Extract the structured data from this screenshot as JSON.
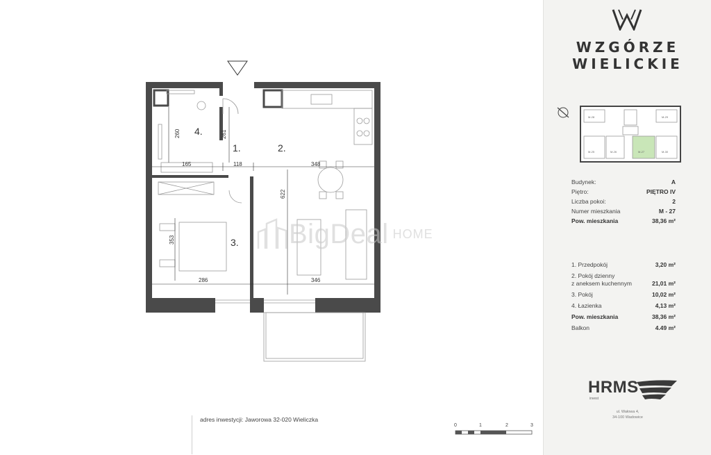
{
  "brand": {
    "line1": "WZGÓRZE",
    "line2": "WIELICKIE",
    "logo_icon": "w-logo-icon"
  },
  "keyplan": {
    "units": [
      "M-28",
      "M-29",
      "M-25",
      "M-26",
      "M-27",
      "M-30"
    ],
    "highlight_color": "#c9e6b8"
  },
  "info": [
    {
      "label": "Budynek:",
      "value": "A"
    },
    {
      "label": "Piętro:",
      "value": "PIĘTRO IV"
    },
    {
      "label": "Liczba pokoi:",
      "value": "2"
    },
    {
      "label": "Numer mieszkania",
      "value": "M - 27"
    },
    {
      "label": "Pow. mieszkania",
      "value": "38,36 m²",
      "strong": true
    }
  ],
  "rooms": [
    {
      "label": "1. Przedpokój",
      "value": "3,20 m²"
    },
    {
      "label": "2. Pokój dzienny\n   z aneksem kuchennym",
      "value": "21,01 m²"
    },
    {
      "label": "3. Pokój",
      "value": "10,02 m²"
    },
    {
      "label": "4. Łazienka",
      "value": "4,13 m²"
    },
    {
      "label": "Pow. mieszkania",
      "value": "38,36 m²",
      "strong": true
    },
    {
      "label": "Balkon",
      "value": "4.49 m²"
    }
  ],
  "developer": {
    "name": "HRMS",
    "sub": "invest",
    "addr1": "ul. Wałowa 4,",
    "addr2": "34-100 Wadowice"
  },
  "address": "adres inwestycji: Jaworowa 32-020 Wieliczka",
  "scale": {
    "ticks": [
      "0",
      "1",
      "2",
      "3"
    ]
  },
  "plan": {
    "rooms": {
      "r1": "1.",
      "r2": "2.",
      "r3": "3.",
      "r4": "4."
    },
    "dims": {
      "d260": "260",
      "d261": "261",
      "d165": "165",
      "d118": "118",
      "d348": "348",
      "d622": "622",
      "d353": "353",
      "d286": "286",
      "d346": "346"
    }
  },
  "watermark": {
    "main": "BigDeal",
    "sub": "HOME"
  },
  "colors": {
    "wall": "#4a4a4a",
    "panel": "#f3f3f1",
    "accent_green": "#c9e6b8"
  }
}
